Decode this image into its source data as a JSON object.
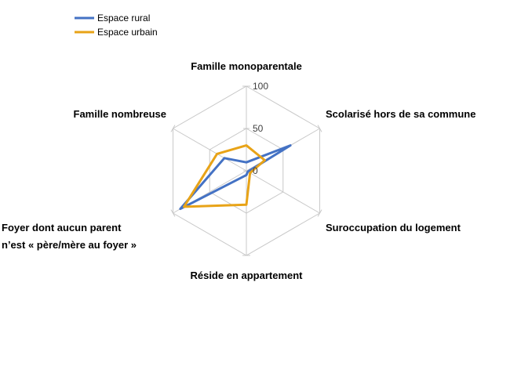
{
  "chart_data": {
    "type": "radar",
    "axes": [
      {
        "label_lines": [
          "Famille monoparentale"
        ]
      },
      {
        "label_lines": [
          "Scolarisé hors de sa commune"
        ]
      },
      {
        "label_lines": [
          "Suroccupation du logement"
        ]
      },
      {
        "label_lines": [
          "Réside en appartement"
        ]
      },
      {
        "label_lines": [
          "Foyer dont aucun parent",
          "n’est « père/mère au foyer »"
        ]
      },
      {
        "label_lines": [
          "Famille nombreuse"
        ]
      }
    ],
    "ticks": [
      0,
      50,
      100
    ],
    "range": [
      0,
      100
    ],
    "series": [
      {
        "name": "Espace rural",
        "color": "#4472C4",
        "values": [
          10,
          60,
          2,
          5,
          90,
          30
        ]
      },
      {
        "name": "Espace urbain",
        "color": "#E8A317",
        "values": [
          30,
          25,
          5,
          40,
          85,
          40
        ]
      }
    ],
    "legend_position": "top-left",
    "grid": true
  }
}
